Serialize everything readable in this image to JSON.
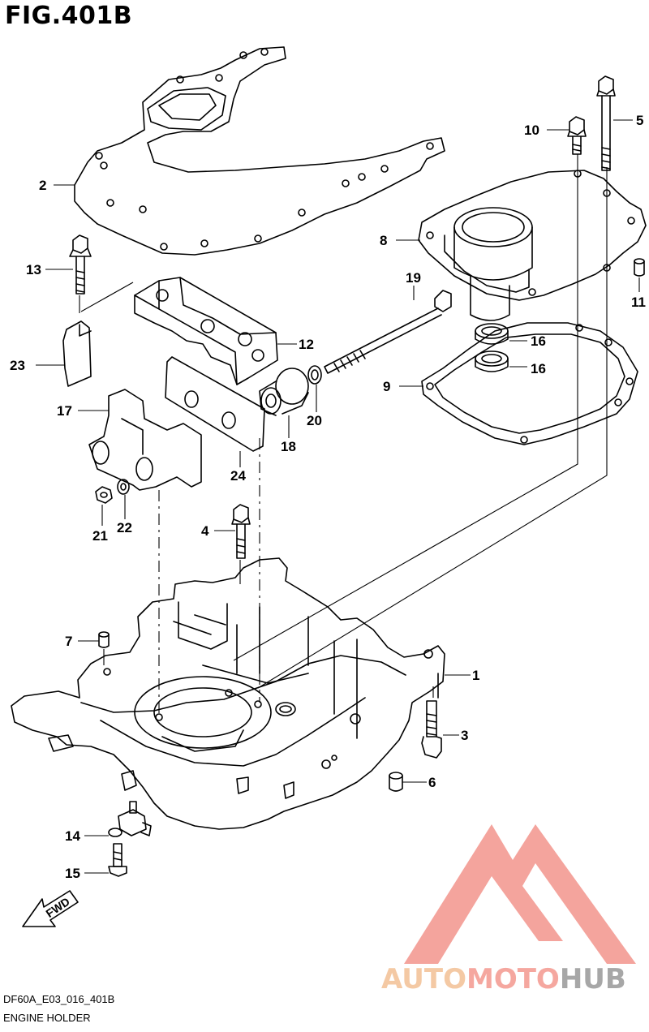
{
  "figure": {
    "title": "FIG.401B",
    "code": "DF60A_E03_016_401B",
    "caption": "ENGINE HOLDER",
    "fwd_label": "FWD"
  },
  "callouts": [
    {
      "id": "c1",
      "label": "1"
    },
    {
      "id": "c2",
      "label": "2"
    },
    {
      "id": "c3",
      "label": "3"
    },
    {
      "id": "c4",
      "label": "4"
    },
    {
      "id": "c5",
      "label": "5"
    },
    {
      "id": "c6",
      "label": "6"
    },
    {
      "id": "c7",
      "label": "7"
    },
    {
      "id": "c8",
      "label": "8"
    },
    {
      "id": "c9",
      "label": "9"
    },
    {
      "id": "c10",
      "label": "10"
    },
    {
      "id": "c11",
      "label": "11"
    },
    {
      "id": "c12",
      "label": "12"
    },
    {
      "id": "c13",
      "label": "13"
    },
    {
      "id": "c14",
      "label": "14"
    },
    {
      "id": "c15",
      "label": "15"
    },
    {
      "id": "c16a",
      "label": "16"
    },
    {
      "id": "c16b",
      "label": "16"
    },
    {
      "id": "c17",
      "label": "17"
    },
    {
      "id": "c18",
      "label": "18"
    },
    {
      "id": "c19",
      "label": "19"
    },
    {
      "id": "c20",
      "label": "20"
    },
    {
      "id": "c21",
      "label": "21"
    },
    {
      "id": "c22",
      "label": "22"
    },
    {
      "id": "c23",
      "label": "23"
    },
    {
      "id": "c24",
      "label": "24"
    }
  ],
  "watermark": {
    "part1": "AUTO",
    "part2": "MOTO",
    "part3": "HUB",
    "colors": {
      "part1": "#f4c9a4",
      "part2": "#f5a79f",
      "part3": "#a7a7a7",
      "logo": "#f39a92"
    }
  }
}
